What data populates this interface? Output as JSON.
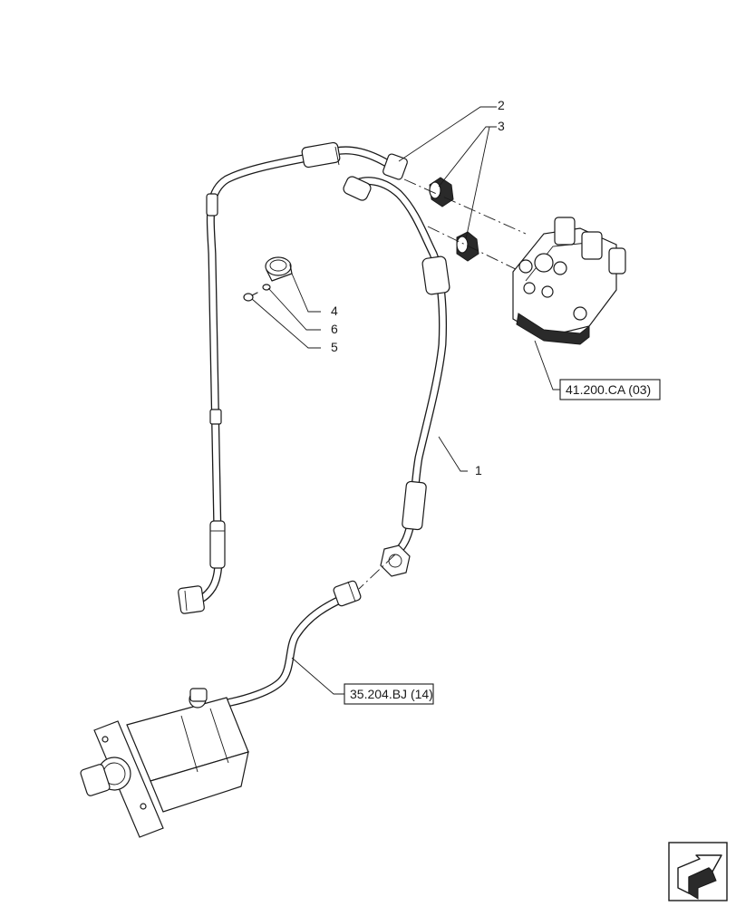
{
  "callouts": [
    {
      "id": "c1",
      "label": "1"
    },
    {
      "id": "c2",
      "label": "2"
    },
    {
      "id": "c3",
      "label": "3"
    },
    {
      "id": "c4",
      "label": "4"
    },
    {
      "id": "c5",
      "label": "5"
    },
    {
      "id": "c6",
      "label": "6"
    }
  ],
  "references": {
    "steering_unit": "41.200.CA (03)",
    "pump": "35.204.BJ (14)"
  },
  "nav_icon": "next-page-arrow-icon"
}
